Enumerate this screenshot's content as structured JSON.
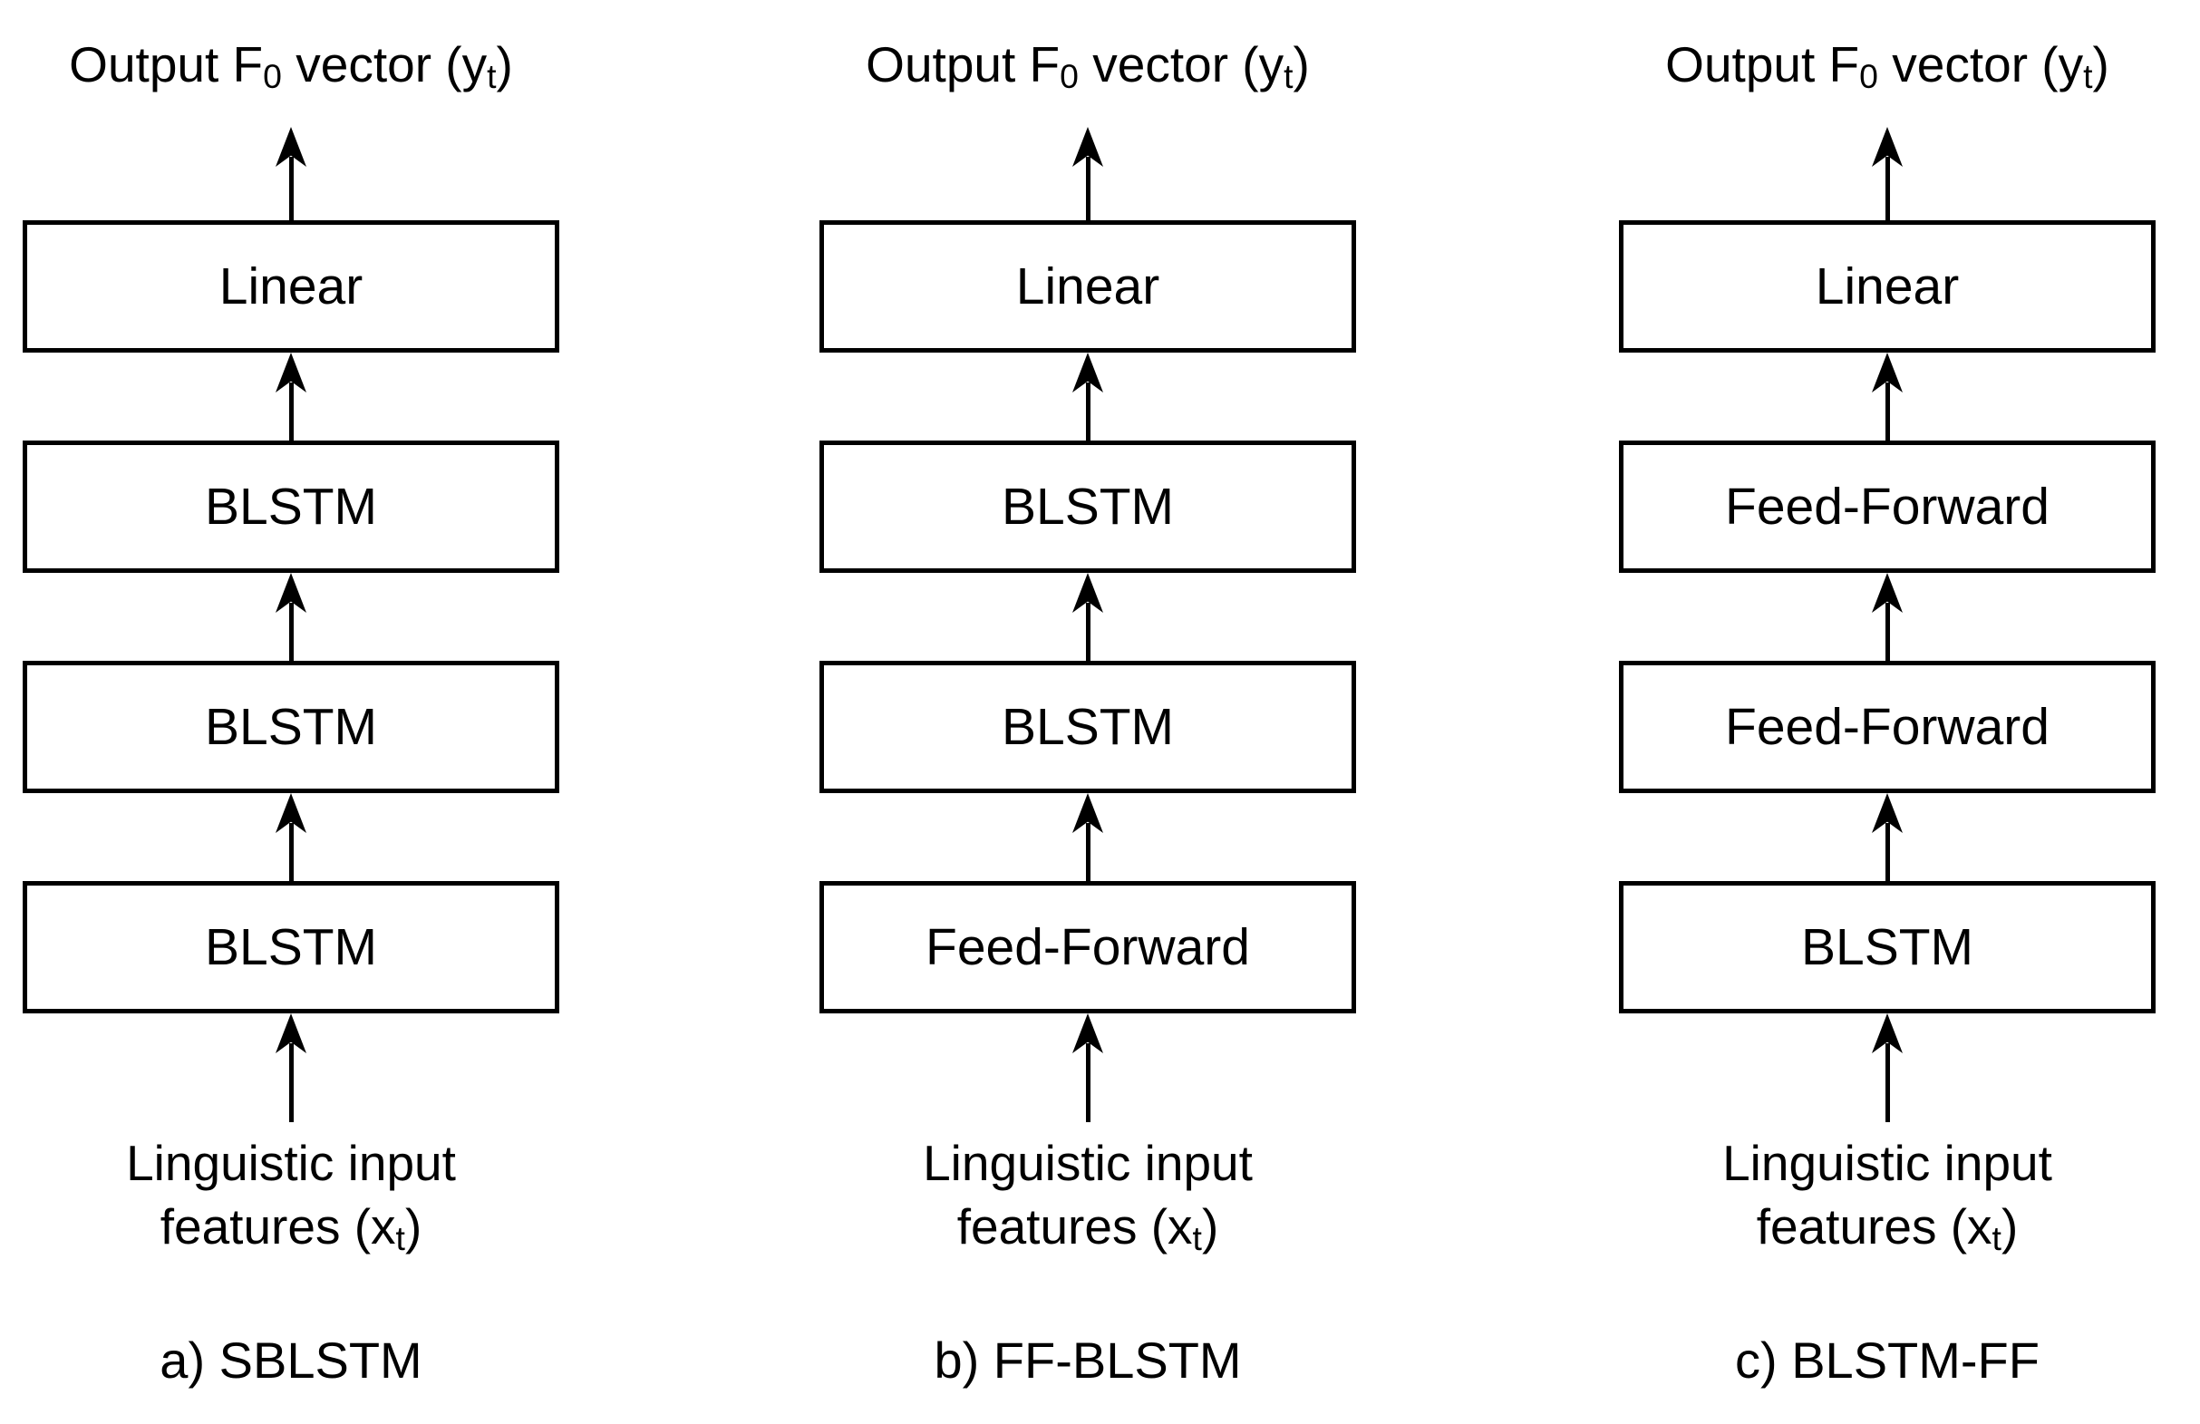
{
  "colors": {
    "background": "#ffffff",
    "line": "#000000",
    "text": "#000000"
  },
  "figure": {
    "output_label": {
      "pre": "Output F",
      "sub1": "0",
      "mid": " vector (y",
      "sub2": "t",
      "post": ")"
    },
    "input_label": {
      "line1": "Linguistic input",
      "line2_pre": "features (x",
      "line2_sub": "t",
      "line2_post": ")"
    },
    "columns": [
      {
        "caption": "a) SBLSTM",
        "layers": [
          "Linear",
          "BLSTM",
          "BLSTM",
          "BLSTM"
        ]
      },
      {
        "caption": "b) FF-BLSTM",
        "layers": [
          "Linear",
          "BLSTM",
          "BLSTM",
          "Feed-Forward"
        ]
      },
      {
        "caption": "c) BLSTM-FF",
        "layers": [
          "Linear",
          "Feed-Forward",
          "Feed-Forward",
          "BLSTM"
        ]
      }
    ]
  }
}
